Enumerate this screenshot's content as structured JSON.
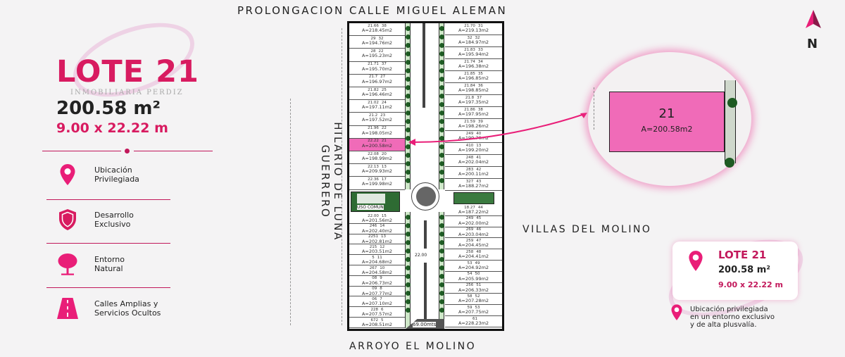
{
  "left_panel": {
    "title": "LOTE 21",
    "brand": "INMOBILIARIA PERDIZ",
    "area": "200.58 m²",
    "dimensions": "9.00 x 22.22 m",
    "features": [
      {
        "icon": "map-pin-icon",
        "label": "Ubicación\nPrivilegiada"
      },
      {
        "icon": "shield-icon",
        "label": "Desarrollo\nExclusivo"
      },
      {
        "icon": "tree-icon",
        "label": "Entorno\nNatural"
      },
      {
        "icon": "road-icon",
        "label": "Calles Amplias y\nServicios Ocultos"
      }
    ]
  },
  "streets": {
    "top": "PROLONGACION CALLE MIGUEL ALEMAN",
    "left": "HILARIO DE LUNA GUERRERO",
    "right": "VILLAS DEL MOLINO",
    "bottom": "ARROYO EL MOLINO"
  },
  "north": "N",
  "map": {
    "uso_comun": "USO COMUN",
    "road_width": "22.00",
    "bottom_width": "69.00mts",
    "left_top": [
      [
        "21.66",
        "38",
        "A=218.45m2"
      ],
      [
        "29",
        "32",
        "A=194.76m2"
      ],
      [
        "28",
        "22",
        "A=195.23m2"
      ],
      [
        "21.71",
        "37",
        "A=195.70m2"
      ],
      [
        "21.7",
        "27",
        "A=196.97m2"
      ],
      [
        "21.82",
        "25",
        "A=196.46m2"
      ],
      [
        "21.02",
        "24",
        "A=197.11m2"
      ],
      [
        "21.2",
        "23",
        "A=197.52m2"
      ],
      [
        "21.96",
        "22",
        "A=198.05m2"
      ],
      [
        "22.22",
        "21",
        "A=200.58m2"
      ],
      [
        "22.08",
        "20",
        "A=198.99m2"
      ],
      [
        "22.13",
        "13",
        "A=209.93m2"
      ],
      [
        "22.36",
        "17",
        "A=199.98m2"
      ]
    ],
    "right_top": [
      [
        "21.70",
        "31",
        "A=219.13m2"
      ],
      [
        "32",
        "32",
        "A=184.97m2"
      ],
      [
        "21.83",
        "33",
        "A=195.94m2"
      ],
      [
        "21.74",
        "34",
        "A=196.38m2"
      ],
      [
        "21.85",
        "35",
        "A=196.85m2"
      ],
      [
        "21.84",
        "36",
        "A=198.85m2"
      ],
      [
        "21.8",
        "37",
        "A=197.35m2"
      ],
      [
        "21.86",
        "38",
        "A=197.95m2"
      ],
      [
        "21.59",
        "39",
        "A=198.26m2"
      ],
      [
        "249",
        "40",
        "A=199.70m2"
      ],
      [
        "410",
        "13",
        "A=199.20m2"
      ],
      [
        "248",
        "41",
        "A=202.04m2"
      ],
      [
        "283",
        "42",
        "A=200.11m2"
      ],
      [
        "327",
        "43",
        "A=188.27m2"
      ]
    ],
    "left_bottom": [
      [
        "22.00",
        "15",
        "A=201.56m2"
      ],
      [
        "246",
        "14",
        "A=202.40m2"
      ],
      [
        "2251",
        "13",
        "A=202.81m2"
      ],
      [
        "215",
        "12",
        "A=203.51m2"
      ],
      [
        "5",
        "11",
        "A=204.68m2"
      ],
      [
        "267",
        "10",
        "A=204.58m2"
      ],
      [
        "08",
        "9",
        "A=206.73m2"
      ],
      [
        "09",
        "8",
        "A=207.77m2"
      ],
      [
        "06",
        "7",
        "A=207.10m2"
      ],
      [
        "228",
        "6",
        "A=207.57m2"
      ],
      [
        "672",
        "5",
        "A=208.51m2"
      ]
    ],
    "right_bottom": [
      [
        "18.27",
        "44",
        "A=187.22m2"
      ],
      [
        "249",
        "45",
        "A=202.00m2"
      ],
      [
        "269",
        "46",
        "A=203.04m2"
      ],
      [
        "259",
        "47",
        "A=204.45m2"
      ],
      [
        "258",
        "48",
        "A=204.41m2"
      ],
      [
        "53",
        "49",
        "A=204.92m2"
      ],
      [
        "54",
        "50",
        "A=205.99m2"
      ],
      [
        "256",
        "51",
        "A=206.33m2"
      ],
      [
        "58",
        "52",
        "A=207.28m2"
      ],
      [
        "59",
        "53",
        "A=207.75m2"
      ],
      [
        "",
        "61",
        "A=228.23m2"
      ]
    ]
  },
  "zoom": {
    "lot": "21",
    "area": "A=200.58m2"
  },
  "card": {
    "title": "LOTE 21",
    "area": "200.58 m²",
    "dimensions": "9.00 x 22.22 m",
    "description": "Ubicación privilegiada\nen un entorno exclusivo\ny de alta plusvalía."
  },
  "colors": {
    "accent": "#d81b60",
    "lot_highlight": "#f06bb8",
    "green": "#1e5b23"
  }
}
